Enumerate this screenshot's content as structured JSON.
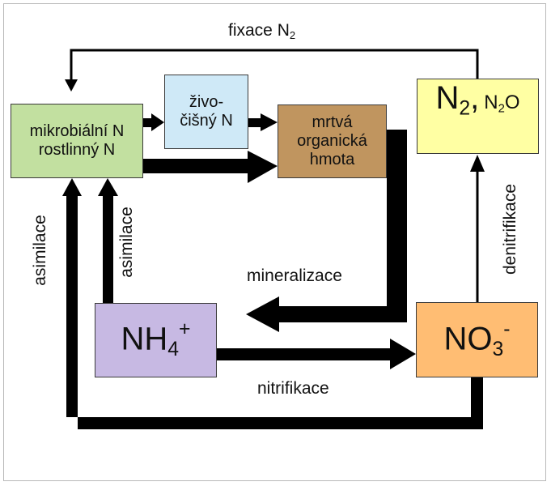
{
  "labels": {
    "fixation": "fixace N",
    "fixation_sub": "2",
    "mineralization": "mineralizace",
    "nitrification": "nitrifikace",
    "assimilation_left": "asimilace",
    "assimilation_right": "asimilace",
    "denitrification": "denitrifikace"
  },
  "boxes": {
    "micro": {
      "line1": "mikrobiální N",
      "line2": "rostlinný N",
      "color": "#c2e0a0"
    },
    "animal": {
      "line1": "živo-",
      "line2": "čišný N",
      "color": "#cfe9f7"
    },
    "dead": {
      "line1": "mrtvá",
      "line2": "organická",
      "line3": "hmota",
      "color": "#c0955f"
    },
    "n2": {
      "main": "N",
      "main_sub": "2",
      "sep": ",",
      "second": "N",
      "second_sub": "2",
      "second_tail": "O",
      "color": "#ffffa3"
    },
    "nh4": {
      "main": "NH",
      "sub": "4",
      "sup": "+",
      "color": "#c7b9e3"
    },
    "no3": {
      "main": "NO",
      "sub": "3",
      "sup": "-",
      "color": "#ffbd73"
    }
  },
  "colors": {
    "arrow": "#000000",
    "border": "#3a3a3a"
  }
}
